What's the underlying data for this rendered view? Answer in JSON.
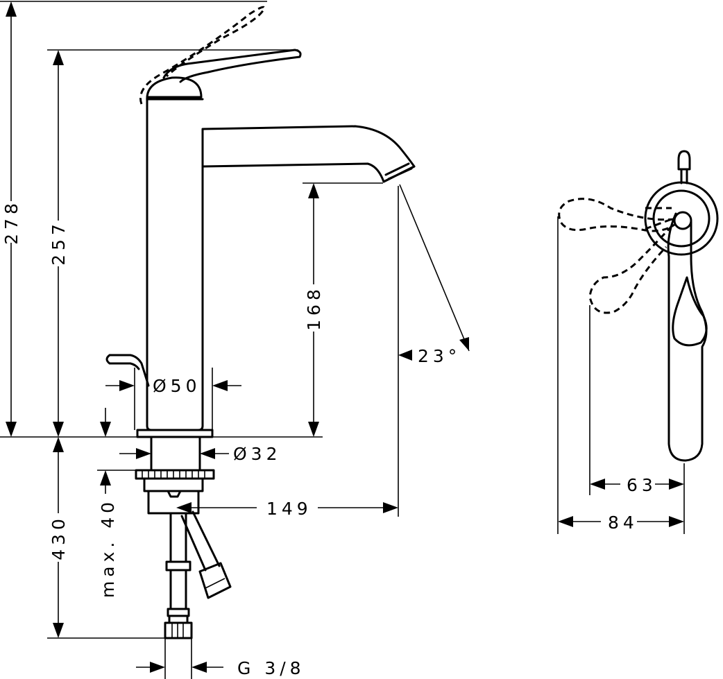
{
  "dimensions": {
    "total_height": "278",
    "height_to_lever": "257",
    "spout_height": "168",
    "body_diameter": "Ø50",
    "shank_diameter": "Ø32",
    "spout_reach": "149",
    "lever_angle": "23°",
    "below_counter": "430",
    "max_deck_thickness": "max. 40",
    "connection_thread": "G 3/8",
    "lever_reach_short": "63",
    "lever_reach_long": "84"
  }
}
